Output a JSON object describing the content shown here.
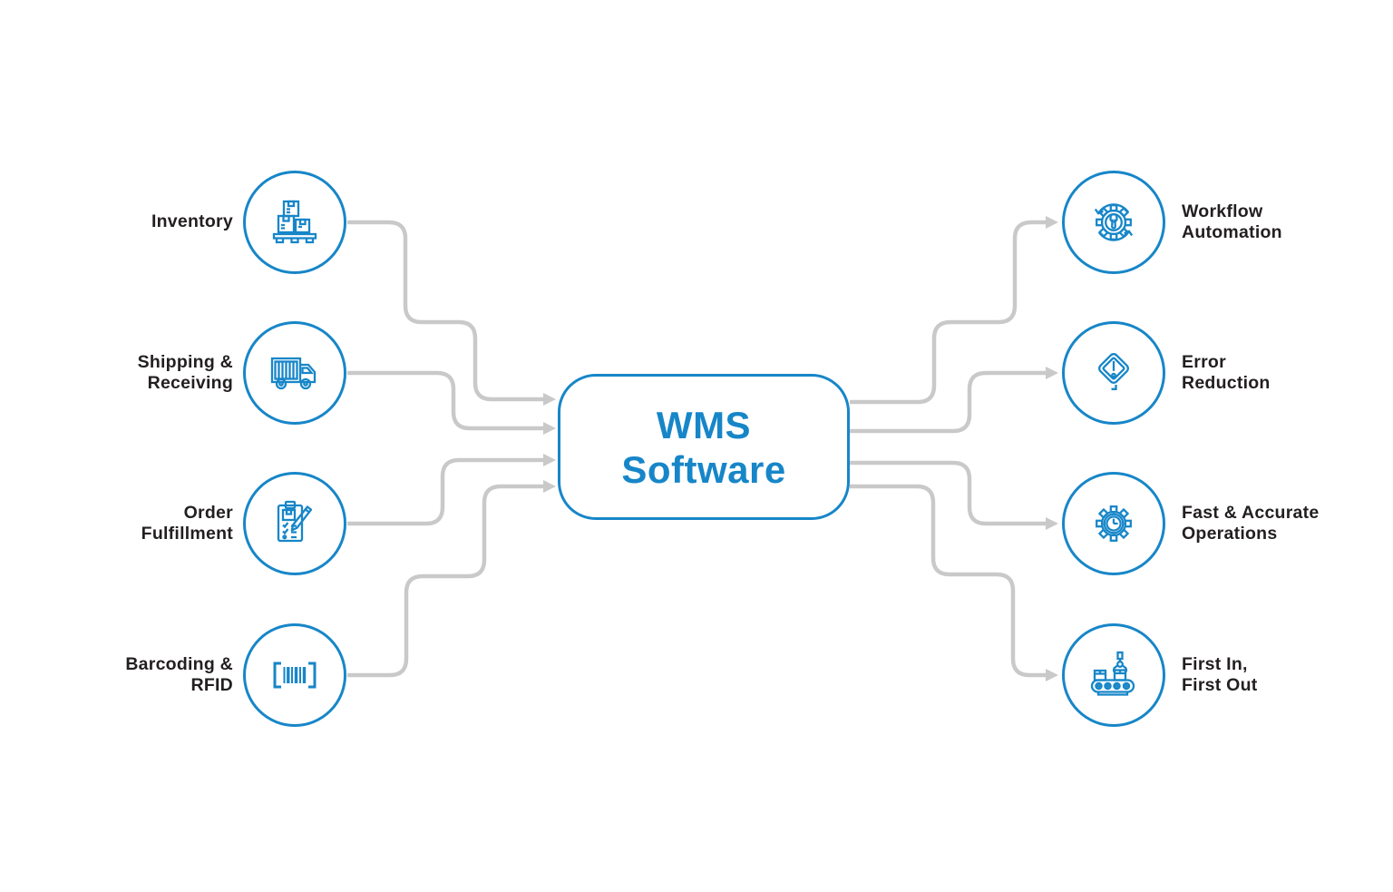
{
  "diagram_title": "WMS Software",
  "center": {
    "label": "WMS\nSoftware"
  },
  "left_nodes": [
    {
      "label": "Inventory",
      "icon": "pallet-boxes-icon"
    },
    {
      "label": "Shipping &\nReceiving",
      "icon": "delivery-truck-icon"
    },
    {
      "label": "Order\nFulfillment",
      "icon": "clipboard-pen-icon"
    },
    {
      "label": "Barcoding &\nRFID",
      "icon": "barcode-icon"
    }
  ],
  "right_nodes": [
    {
      "label": "Workflow\nAutomation",
      "icon": "gear-wrench-cycle-icon"
    },
    {
      "label": "Error\nReduction",
      "icon": "warning-diamond-icon"
    },
    {
      "label": "Fast & Accurate\nOperations",
      "icon": "gear-clock-icon"
    },
    {
      "label": "First In,\nFirst Out",
      "icon": "conveyor-claw-icon"
    }
  ],
  "connections": [
    {
      "from": "Inventory",
      "to": "WMS Software"
    },
    {
      "from": "Shipping & Receiving",
      "to": "WMS Software"
    },
    {
      "from": "Order Fulfillment",
      "to": "WMS Software"
    },
    {
      "from": "Barcoding & RFID",
      "to": "WMS Software"
    },
    {
      "from": "WMS Software",
      "to": "Workflow Automation"
    },
    {
      "from": "WMS Software",
      "to": "Error Reduction"
    },
    {
      "from": "WMS Software",
      "to": "Fast & Accurate Operations"
    },
    {
      "from": "WMS Software",
      "to": "First In, First Out"
    }
  ],
  "colors": {
    "accent_blue": "#1786C8",
    "text_dark": "#231F20",
    "connector_gray": "#C9C9C9",
    "background": "#FFFFFF"
  }
}
